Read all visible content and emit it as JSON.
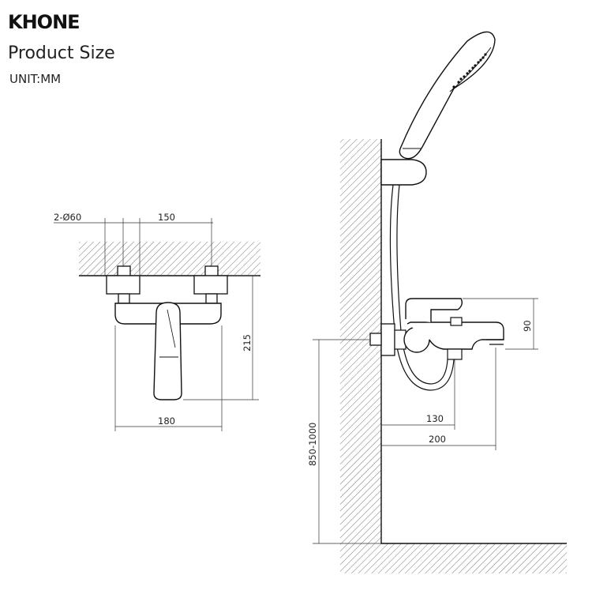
{
  "header": {
    "brand": "KHONE",
    "title": "Product Size",
    "unit": "UNIT:MM"
  },
  "front_view": {
    "dim_inlet": "2-Ø60",
    "dim_spacing": "150",
    "dim_height": "215",
    "dim_width": "180"
  },
  "side_view": {
    "dim_body_height": "90",
    "dim_spout_inner": "130",
    "dim_spout_outer": "200",
    "dim_install_height": "850-1000"
  }
}
